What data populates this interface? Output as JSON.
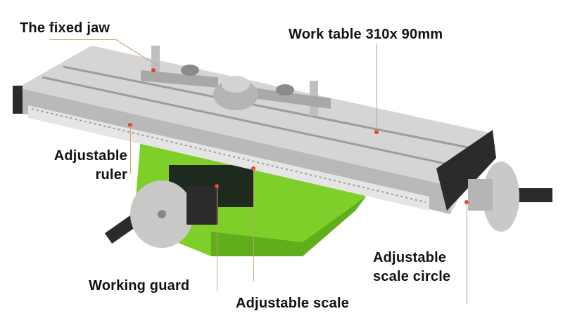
{
  "image": {
    "subject": "cross slide milling work table",
    "background": "#ffffff",
    "colors": {
      "green_base": "#7fcf2a",
      "steel": "#c8c9c8",
      "dark_steel": "#2b2b2b",
      "marker_red": "#e0442a",
      "leader_line": "#c9a07a"
    }
  },
  "labels": {
    "fixed_jaw": "The fixed jaw",
    "work_table": "Work table 310x 90mm",
    "adjustable_ruler_line1": "Adjustable",
    "adjustable_ruler_line2": "ruler",
    "working_guard": "Working guard",
    "adjustable_scale": "Adjustable scale",
    "adjustable_scale_circle_line1": "Adjustable",
    "adjustable_scale_circle_line2": "scale circle"
  }
}
